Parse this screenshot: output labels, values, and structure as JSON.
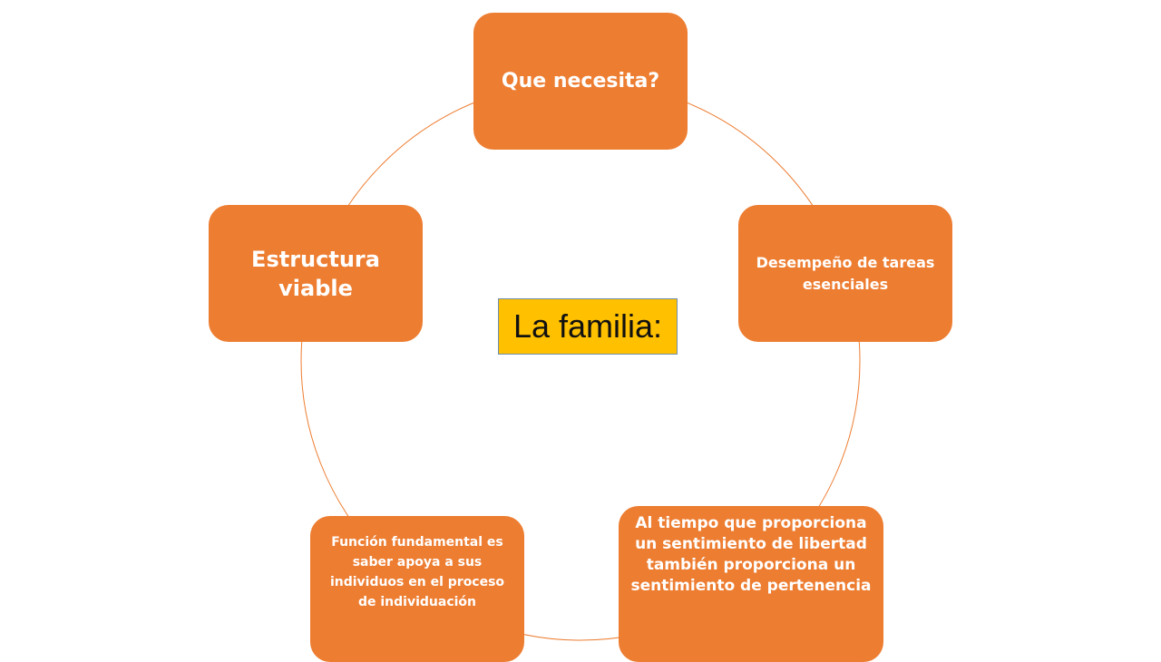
{
  "diagram": {
    "center_label": "La familia:",
    "nodes": [
      {
        "id": "top",
        "text": "Que necesita?"
      },
      {
        "id": "right",
        "text": "Desempeño de tareas esenciales"
      },
      {
        "id": "bottom_right",
        "text": "Al tiempo que proporciona un sentimiento de libertad también proporciona un sentimiento de pertenencia"
      },
      {
        "id": "bottom_left",
        "text": "Función fundamental es saber apoya a sus individuos en el proceso de individuación"
      },
      {
        "id": "left",
        "text": "Estructura viable"
      }
    ],
    "colors": {
      "node_fill": "#ed7d31",
      "ring_line": "#ed7d31",
      "center_fill": "#ffc000",
      "node_text": "#ffffff"
    }
  }
}
